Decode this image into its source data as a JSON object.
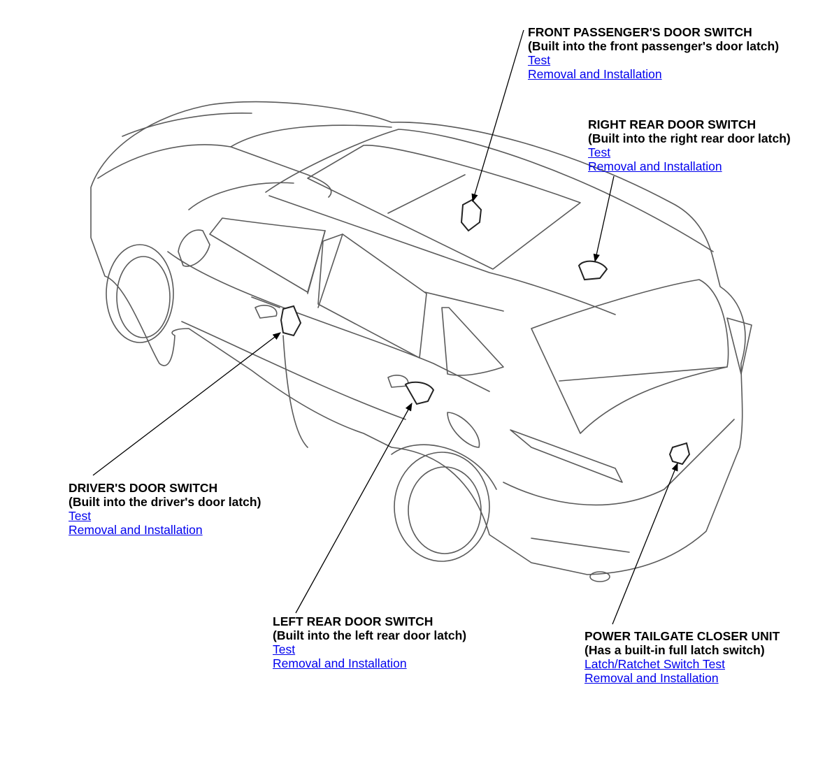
{
  "callouts": {
    "front_passenger": {
      "title": "FRONT PASSENGER'S DOOR SWITCH",
      "subtitle": "(Built into the front passenger's door latch)",
      "links": [
        "Test",
        "Removal and Installation"
      ]
    },
    "right_rear": {
      "title": "RIGHT REAR DOOR SWITCH",
      "subtitle": "(Built into the right rear door latch)",
      "links": [
        "Test",
        "Removal and Installation"
      ]
    },
    "driver": {
      "title": "DRIVER'S DOOR SWITCH",
      "subtitle": "(Built into the driver's door latch)",
      "links": [
        "Test",
        "Removal and Installation"
      ]
    },
    "left_rear": {
      "title": "LEFT REAR DOOR SWITCH",
      "subtitle": "(Built into the left rear door latch)",
      "links": [
        "Test",
        "Removal and Installation"
      ]
    },
    "tailgate": {
      "title": "POWER TAILGATE CLOSER UNIT",
      "subtitle": "(Has a built-in full latch switch)",
      "links": [
        "Latch/Ratchet Switch Test",
        "Removal and Installation"
      ]
    }
  },
  "colors": {
    "link": "#0000ee",
    "text": "#000000",
    "drawing": "#555555"
  }
}
